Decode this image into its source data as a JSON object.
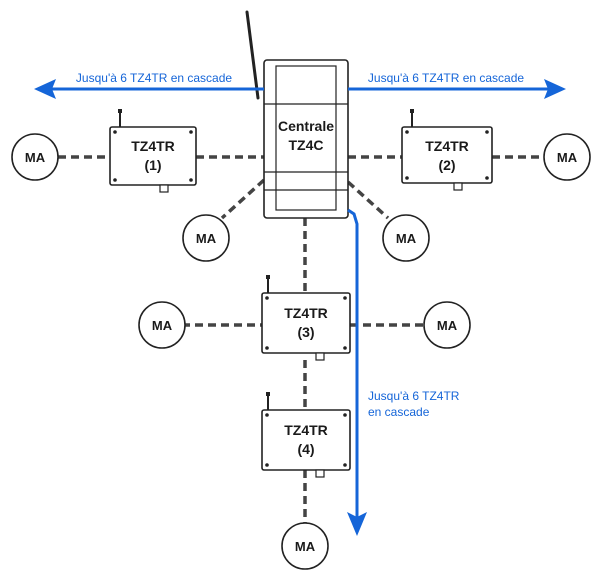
{
  "colors": {
    "arrow": "#1565d8",
    "line": "#444444",
    "stroke": "#222222"
  },
  "central": {
    "line1": "Centrale",
    "line2": "TZ4C"
  },
  "relays": [
    {
      "name": "TZ4TR",
      "number": "(1)"
    },
    {
      "name": "TZ4TR",
      "number": "(2)"
    },
    {
      "name": "TZ4TR",
      "number": "(3)"
    },
    {
      "name": "TZ4TR",
      "number": "(4)"
    }
  ],
  "ma_label": "MA",
  "cascade": {
    "left": "Jusqu'à 6 TZ4TR en cascade",
    "right": "Jusqu'à 6 TZ4TR en cascade",
    "down_line1": "Jusqu'à 6 TZ4TR",
    "down_line2": "en cascade"
  }
}
